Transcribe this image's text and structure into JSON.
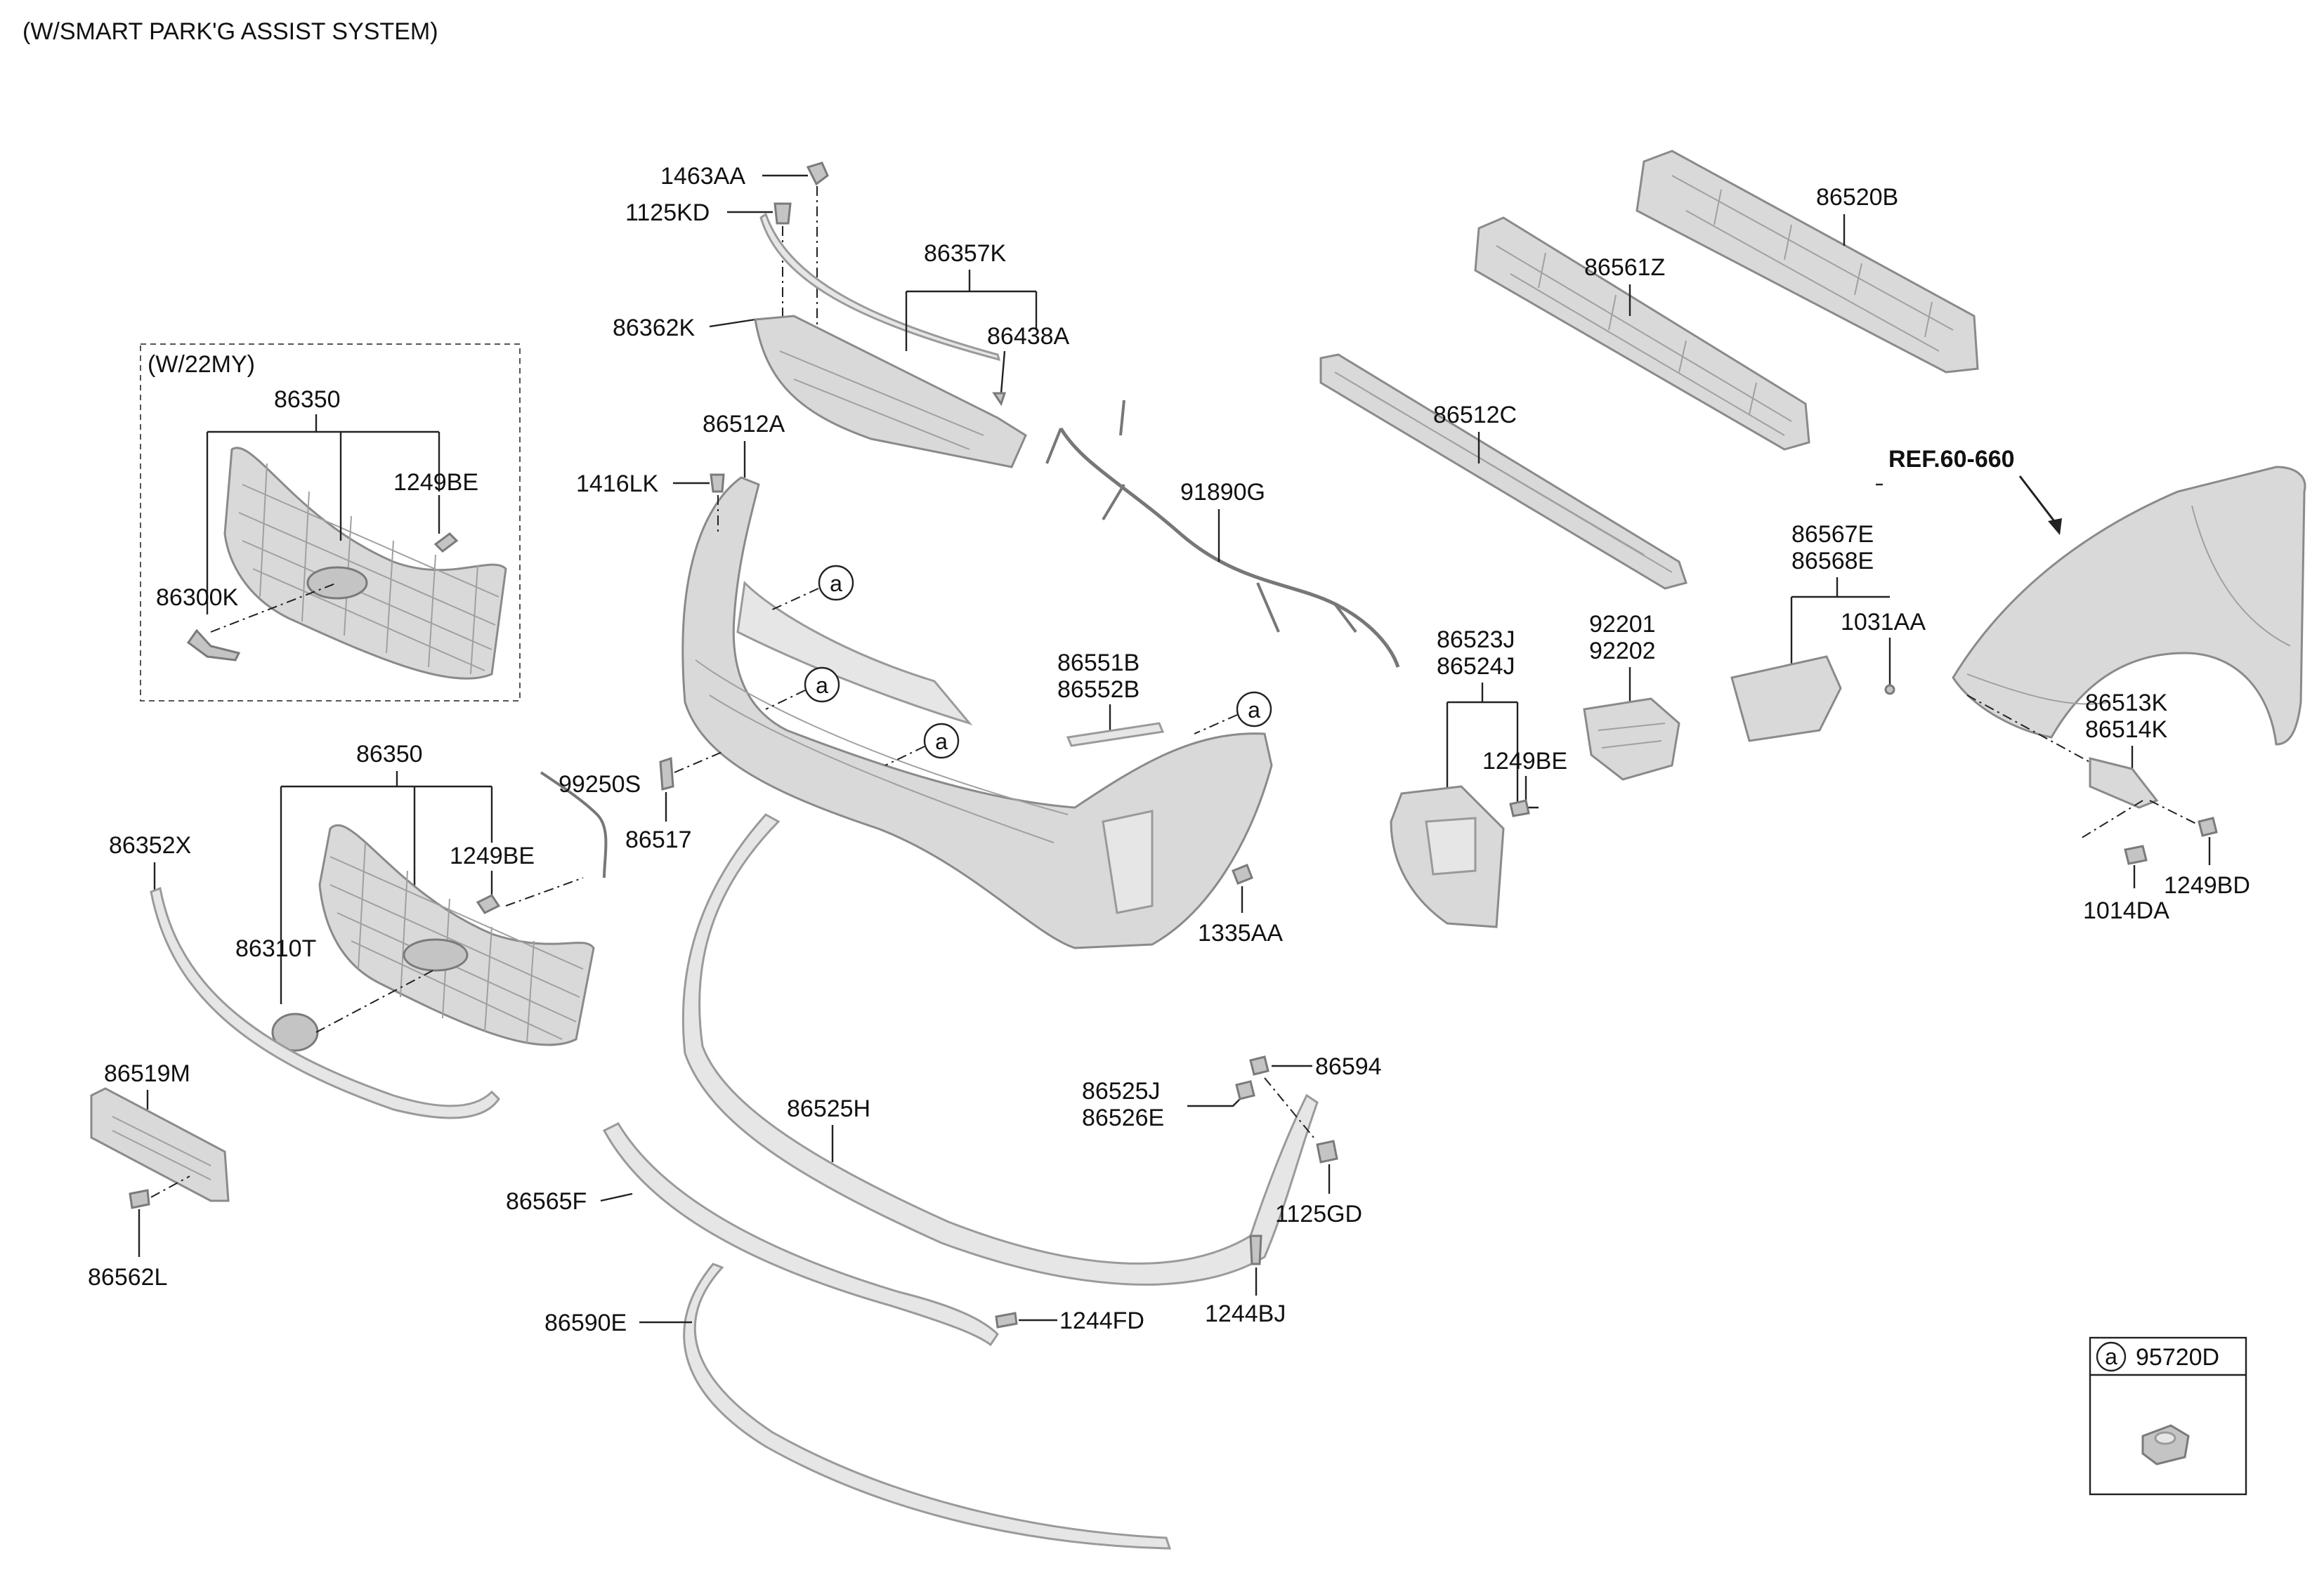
{
  "header": {
    "title": "(W/SMART PARK'G ASSIST SYSTEM)"
  },
  "inset": {
    "title": "(W/22MY)"
  },
  "reference": {
    "label": "REF.60-660"
  },
  "legend": {
    "symbol": "a",
    "part": "95720D"
  },
  "callout_marker": "a",
  "parts": {
    "p1463AA": "1463AA",
    "p1125KD": "1125KD",
    "p86357K": "86357K",
    "p86362K": "86362K",
    "p86438A": "86438A",
    "p86520B": "86520B",
    "p86561Z": "86561Z",
    "p86350_inset": "86350",
    "p1249BE_inset": "1249BE",
    "p86300K": "86300K",
    "p86512A": "86512A",
    "p1416LK": "1416LK",
    "p91890G": "91890G",
    "p86512C": "86512C",
    "p86567E": "86567E",
    "p86568E": "86568E",
    "p1031AA": "1031AA",
    "p86523J": "86523J",
    "p86524J": "86524J",
    "p92201": "92201",
    "p92202": "92202",
    "p1249BE_mid": "1249BE",
    "p86513K": "86513K",
    "p86514K": "86514K",
    "p86551B": "86551B",
    "p86552B": "86552B",
    "p86350_main": "86350",
    "p99250S": "99250S",
    "p86517": "86517",
    "p86352X": "86352X",
    "p1249BE_main": "1249BE",
    "p86310T": "86310T",
    "p1335AA": "1335AA",
    "p1014DA": "1014DA",
    "p1249BD": "1249BD",
    "p86519M": "86519M",
    "p86562L": "86562L",
    "p86525H": "86525H",
    "p86525J": "86525J",
    "p86526E": "86526E",
    "p86594": "86594",
    "p86565F": "86565F",
    "p1125GD": "1125GD",
    "p86590E": "86590E",
    "p1244FD": "1244FD",
    "p1244BJ": "1244BJ"
  }
}
